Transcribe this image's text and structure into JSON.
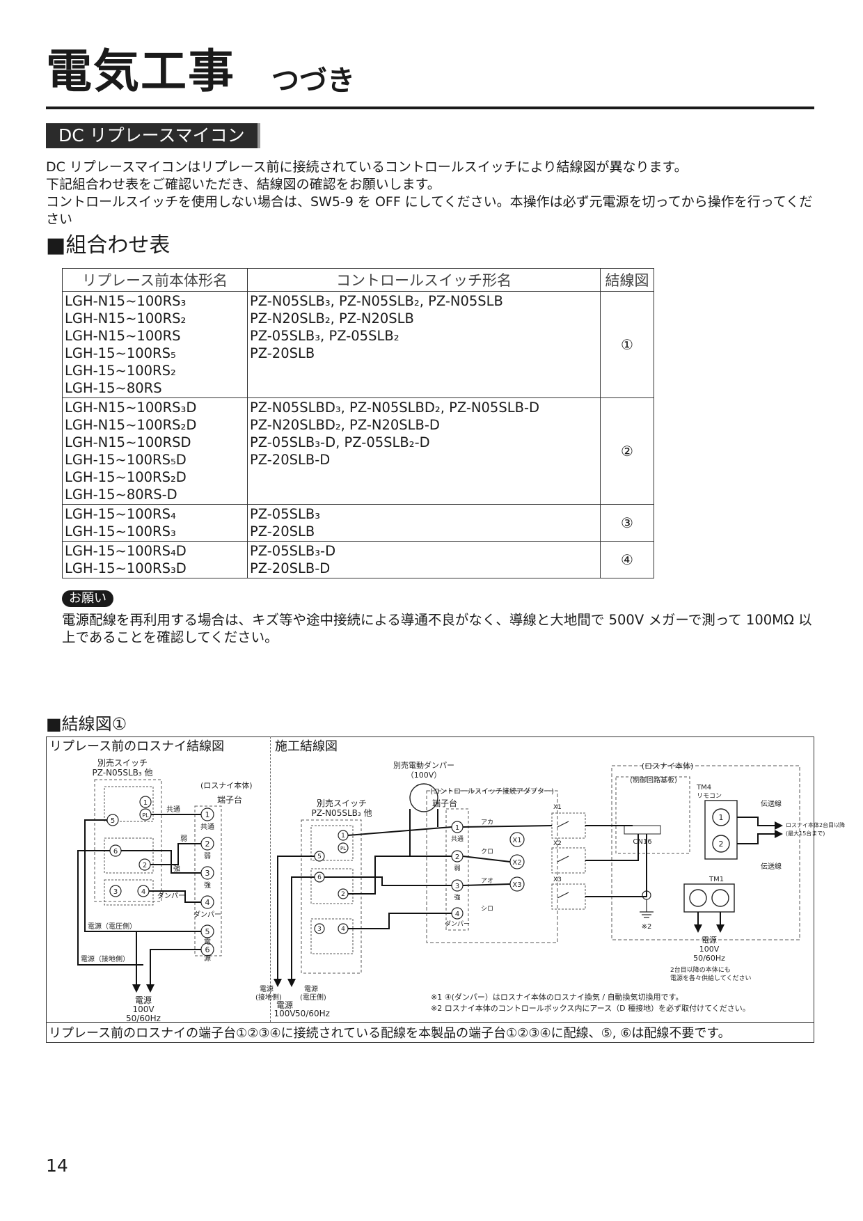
{
  "header": {
    "title": "電気工事",
    "subtitle": "つづき"
  },
  "section": {
    "badge": "DC リプレースマイコン"
  },
  "intro": [
    "DC リプレースマイコンはリプレース前に接続されているコントロールスイッチにより結線図が異なります。",
    "下記組合わせ表をご確認いただき、結線図の確認をお願いします。",
    "コントロールスイッチを使用しない場合は、SW5-9 を OFF にしてください。本操作は必ず元電源を切ってから操作を行ってください"
  ],
  "combo": {
    "heading": "■組合わせ表",
    "columns": [
      "リプレース前本体形名",
      "コントロールスイッチ形名",
      "結線図"
    ],
    "rows": [
      {
        "models": [
          "LGH-N15~100RS₃",
          "LGH-N15~100RS₂",
          "LGH-N15~100RS",
          "LGH-15~100RS₅",
          "LGH-15~100RS₂",
          "LGH-15~80RS"
        ],
        "switches": [
          "PZ-N05SLB₃, PZ-N05SLB₂, PZ-N05SLB",
          "PZ-N20SLB₂, PZ-N20SLB",
          "PZ-05SLB₃, PZ-05SLB₂",
          "PZ-20SLB"
        ],
        "diagram": "①"
      },
      {
        "models": [
          "LGH-N15~100RS₃D",
          "LGH-N15~100RS₂D",
          "LGH-N15~100RSD",
          "LGH-15~100RS₅D",
          "LGH-15~100RS₂D",
          "LGH-15~80RS-D"
        ],
        "switches": [
          "PZ-N05SLBD₃, PZ-N05SLBD₂, PZ-N05SLB-D",
          "PZ-N20SLBD₂, PZ-N20SLB-D",
          "PZ-05SLB₃-D, PZ-05SLB₂-D",
          "PZ-20SLB-D"
        ],
        "diagram": "②"
      },
      {
        "models": [
          "LGH-15~100RS₄",
          "LGH-15~100RS₃"
        ],
        "switches": [
          "PZ-05SLB₃",
          "PZ-20SLB"
        ],
        "diagram": "③"
      },
      {
        "models": [
          "LGH-15~100RS₄D",
          "LGH-15~100RS₃D"
        ],
        "switches": [
          "PZ-05SLB₃-D",
          "PZ-20SLB-D"
        ],
        "diagram": "④"
      }
    ]
  },
  "request": {
    "badge": "お願い",
    "text": "電源配線を再利用する場合は、キズ等や途中接続による導通不良がなく、導線と大地間で 500V メガーで測って 100MΩ 以上であることを確認してください。"
  },
  "wiring": {
    "heading": "■結線図①",
    "left": {
      "heading": "リプレース前のロスナイ結線図",
      "switch_label": "別売スイッチ",
      "switch_model": "PZ-N05SLB₃ 他",
      "unit_label": "(ロスナイ本体)",
      "terminal_label": "端子台",
      "terminals": [
        "①",
        "②",
        "③",
        "④",
        "⑤",
        "⑥"
      ],
      "terminal_names": [
        "共通",
        "弱",
        "強",
        "ダンパー",
        "電",
        "源"
      ],
      "wire_labels": [
        "共通",
        "弱",
        "強",
        "ダンパー"
      ],
      "power_voltage_side": "電源（電圧側）",
      "power_ground_side": "電源（接地側）",
      "power_label": "電源",
      "power_voltage": "100V",
      "power_freq": "50/60Hz"
    },
    "right": {
      "heading": "施工結線図",
      "damper_label": "別売電動ダンパー",
      "damper_voltage": "（100V）",
      "switch_label": "別売スイッチ",
      "switch_model": "PZ-N05SLB₃ 他",
      "adapter_label": "(コントロールスイッチ接続アダプター)",
      "unit_label": "(ロスナイ本体)",
      "board_label": "(制御回路基板)",
      "terminal_label": "端子台",
      "terminals": [
        "①",
        "②",
        "③",
        "④"
      ],
      "terminal_names": [
        "共通",
        "弱",
        "強",
        "ダンパー"
      ],
      "wire_colors": [
        "アカ",
        "クロ",
        "アオ",
        "シロ"
      ],
      "relays": [
        "X1",
        "X2",
        "X3"
      ],
      "connector": "CN16",
      "tm4_label": "TM4",
      "tm4_sub": "リモコン",
      "tm1_label": "TM1",
      "trans_line_1": "伝送線",
      "trans_line_2": "伝送線",
      "trans_note_1": "ロスナイ本体2台目以降",
      "trans_note_2": "(最大15台まで)",
      "ground_note": "※2",
      "power_ground": "電源",
      "power_ground_side": "(接地側)",
      "power_voltage_label": "電源",
      "power_voltage_side": "(電圧側)",
      "power_label": "電源",
      "power_voltage": "100V",
      "power_freq": "50/60Hz",
      "supply_note_1": "2台目以降の本体にも",
      "supply_note_2": "電源を各々供給してください",
      "note1": "※1 ④(ダンパー）はロスナイ本体のロスナイ換気 / 自動換気切換用です。",
      "note2": "※2 ロスナイ本体のコントロールボックス内にアース（D 種接地）を必ず取付けてください。"
    },
    "footer": "リプレース前のロスナイの端子台①②③④に接続されている配線を本製品の端子台①②③④に配線、⑤, ⑥は配線不要です。"
  },
  "page_number": "14"
}
